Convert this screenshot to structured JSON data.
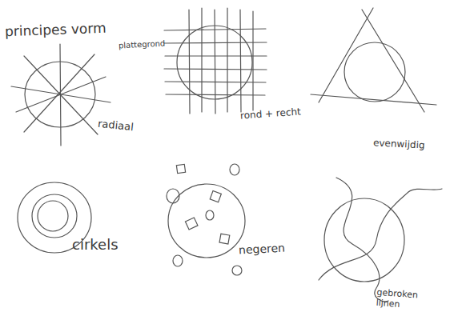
{
  "diagram": {
    "title": "principes vorm",
    "labels": [
      "plattegrond",
      "radiaal",
      "rond + recht",
      "evenwijdig",
      "cirkels",
      "negeren",
      "gebroken lijnen"
    ]
  }
}
